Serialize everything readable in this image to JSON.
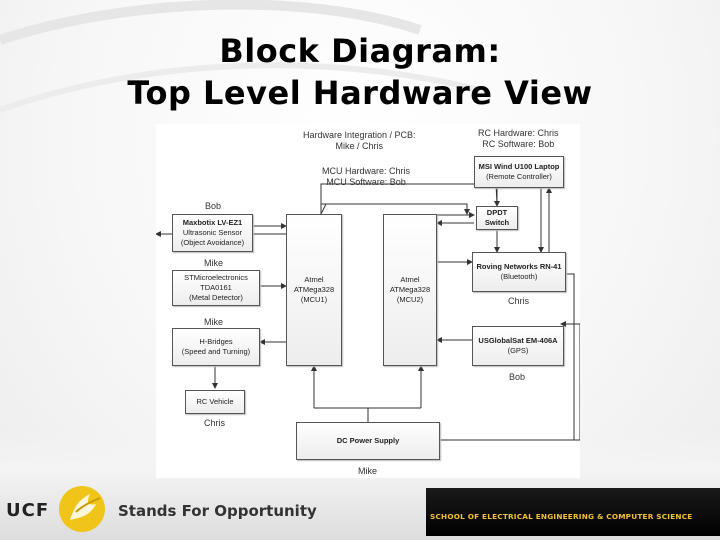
{
  "slide": {
    "title_line1": "Block Diagram:",
    "title_line2": "Top Level Hardware View"
  },
  "diagram": {
    "labels": {
      "pcb_line1": "Hardware Integration / PCB:",
      "pcb_line2": "Mike / Chris",
      "rc_hw": "RC Hardware: Chris",
      "rc_sw": "RC Software: Bob",
      "mcu_hw": "MCU Hardware: Chris",
      "mcu_sw": "MCU Software: Bob",
      "owner_sensor": "Bob",
      "owner_metal": "Mike",
      "owner_hbridge": "Mike",
      "owner_vehicle": "Chris",
      "owner_bluetooth": "Chris",
      "owner_gps": "Bob",
      "owner_power": "Mike"
    },
    "boxes": {
      "sensor": [
        "Maxbotix LV-EZ1",
        "Ultrasonic Sensor",
        "(Object Avoidance)"
      ],
      "metal": [
        "STMicroelectronics",
        "TDA0161",
        "(Metal Detector)"
      ],
      "hbridge": [
        "H-Bridges",
        "(Speed and Turning)"
      ],
      "vehicle": [
        "RC Vehicle"
      ],
      "mcu1": [
        "Atmel",
        "ATMega328",
        "(MCU1)"
      ],
      "mcu2": [
        "Atmel",
        "ATMega328",
        "(MCU2)"
      ],
      "laptop": [
        "MSI Wind U100 Laptop",
        "(Remote Controller)"
      ],
      "dpdt": [
        "DPDT",
        "Switch"
      ],
      "bluetooth": [
        "Roving Networks RN-41",
        "(Bluetooth)"
      ],
      "gps": [
        "USGlobalSat EM-406A",
        "(GPS)"
      ],
      "power": [
        "DC Power Supply"
      ]
    }
  },
  "footer": {
    "logo_text": "UCF",
    "tagline": "Stands For Opportunity",
    "school": "SCHOOL OF ELECTRICAL ENGINEERING & COMPUTER SCIENCE"
  },
  "colors": {
    "school_text": "#f2c230",
    "logo_gold": "#f0c419"
  }
}
